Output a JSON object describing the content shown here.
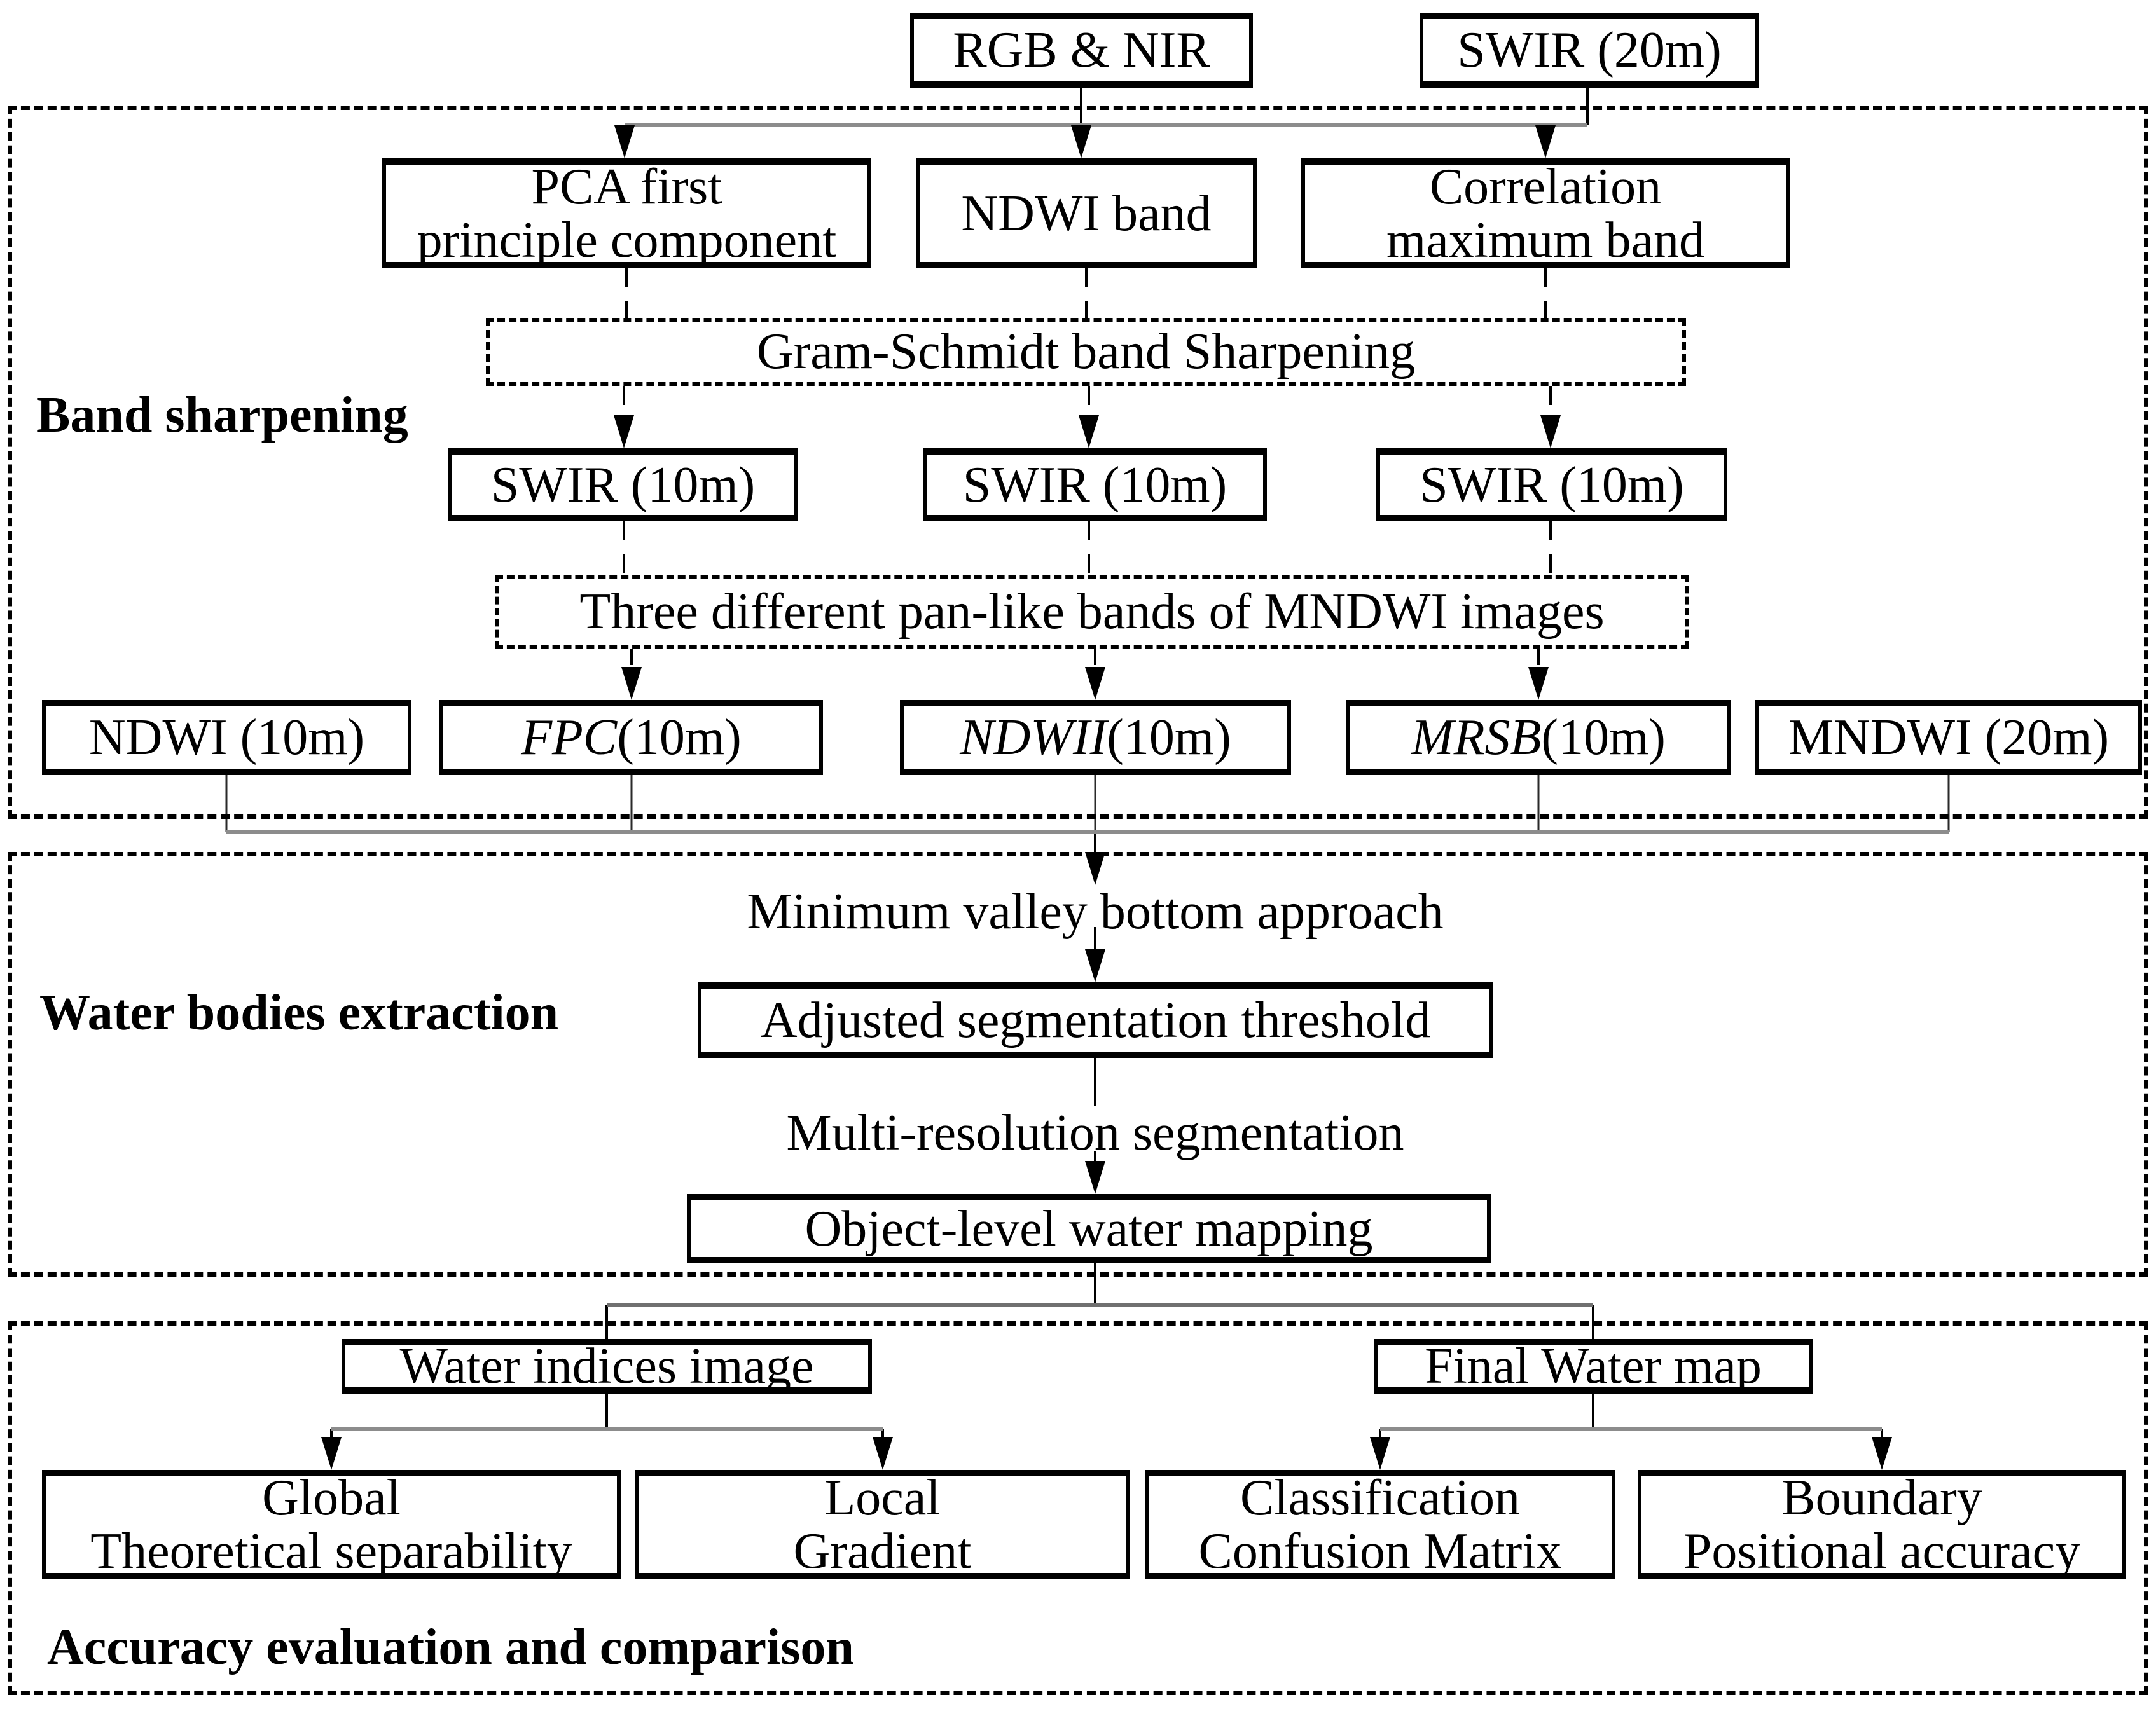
{
  "colors": {
    "background": "#ffffff",
    "box_border": "#000000",
    "connector": "#000000",
    "bus_connector": "#8c8c8c"
  },
  "sections": {
    "band_sharpening": {
      "label": "Band sharpening"
    },
    "water_bodies_extraction": {
      "label": "Water bodies extraction"
    },
    "accuracy_evaluation": {
      "label": "Accuracy evaluation and comparison"
    }
  },
  "nodes": {
    "rgb_nir": "RGB & NIR",
    "swir_20m": "SWIR (20m)",
    "pca_first": "PCA first\nprinciple component",
    "ndwi_band": "NDWI band",
    "correlation_max": "Correlation\nmaximum band",
    "gram_schmidt": "Gram-Schmidt band Sharpening",
    "swir_10m_a": "SWIR (10m)",
    "swir_10m_b": "SWIR (10m)",
    "swir_10m_c": "SWIR (10m)",
    "pan_like": "Three different pan-like bands of MNDWI images",
    "ndwi_10m": {
      "em": "",
      "rest": "NDWI (10m)"
    },
    "fpc_10m": {
      "em": "FPC",
      "rest": " (10m)"
    },
    "ndwii_10m": {
      "em": "NDWII",
      "rest": " (10m)"
    },
    "mrsb_10m": {
      "em": "MRSB",
      "rest": " (10m)"
    },
    "mndwi_20m": {
      "em": "",
      "rest": "MNDWI (20m)"
    },
    "min_valley": "Minimum valley bottom approach",
    "adjusted_threshold": "Adjusted segmentation threshold",
    "multi_resolution": "Multi-resolution segmentation",
    "object_level": "Object-level water mapping",
    "water_indices": "Water indices image",
    "final_water_map": "Final Water map",
    "global_separability": "Global\nTheoretical separability",
    "local_gradient": "Local\nGradient",
    "classification_matrix": "Classification\nConfusion Matrix",
    "boundary_accuracy": "Boundary\nPositional accuracy"
  }
}
